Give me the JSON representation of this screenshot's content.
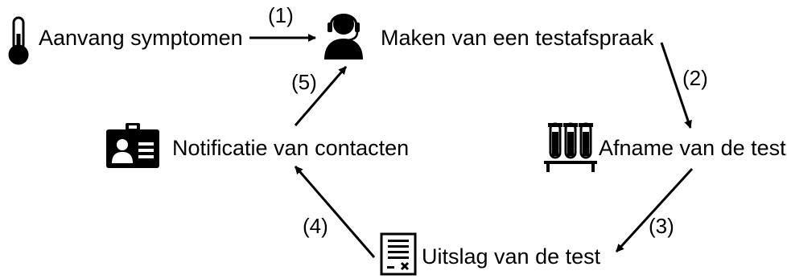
{
  "nodes": {
    "symptoms": {
      "label": "Aanvang symptomen",
      "icon": "thermometer-icon"
    },
    "appointment": {
      "label": "Maken van een testafspraak",
      "icon": "call-agent-icon"
    },
    "sampling": {
      "label": "Afname van de test",
      "icon": "test-tubes-icon"
    },
    "result": {
      "label": "Uitslag van de test",
      "icon": "document-icon"
    },
    "notification": {
      "label": "Notificatie van contacten",
      "icon": "id-card-icon"
    }
  },
  "steps": {
    "s1": "(1)",
    "s2": "(2)",
    "s3": "(3)",
    "s4": "(4)",
    "s5": "(5)"
  },
  "colors": {
    "ink": "#000000",
    "background": "#ffffff"
  }
}
